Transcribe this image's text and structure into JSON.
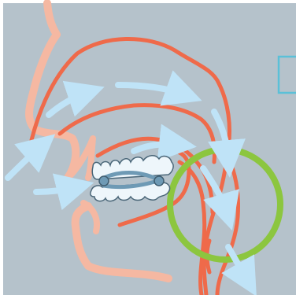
{
  "colors": {
    "background": "#b5c2cb",
    "frame": "#ffffff",
    "face_profile": "#f5b8a2",
    "airway_walls": "#ef6a4a",
    "airflow_arrows": "#bfe3f7",
    "obstruction_zone": "#8cc63f",
    "inset_box": "#5bc0d8",
    "teeth": "#eef6fb",
    "teeth_outline": "#4a6678",
    "appliance_wire": "#6e9ab5"
  },
  "icons": {
    "face": "profile-silhouette",
    "airway": "upper-airway-outline",
    "arrows": "airflow-arrow",
    "circle": "obstruction-ring",
    "device": "mandibular-advancement-device"
  }
}
